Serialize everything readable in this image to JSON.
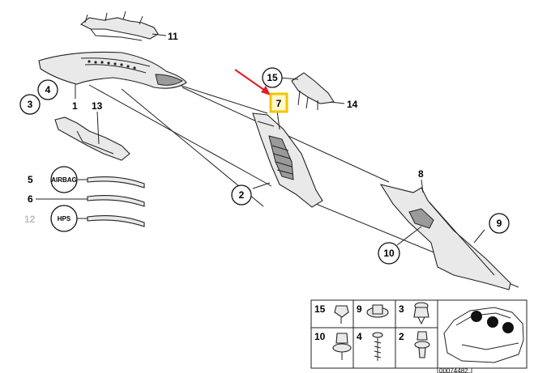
{
  "callouts": {
    "c1": "1",
    "c2": "2",
    "c3": "3",
    "c4": "4",
    "c5": "5",
    "c6": "6",
    "c7": "7",
    "c8": "8",
    "c9": "9",
    "c10": "10",
    "c11": "11",
    "c12": "12",
    "c13": "13",
    "c14": "14",
    "c15": "15"
  },
  "badges": {
    "airbag": "AIRBAG",
    "hps": "HPS"
  },
  "legend": {
    "r1": [
      "15",
      "9",
      "3"
    ],
    "r2": [
      "10",
      "4",
      "2"
    ]
  },
  "catalog_number": "00074482",
  "colors": {
    "highlight": "#f2c500",
    "arrow": "#e02020",
    "dimmed": "#bdbdbd"
  }
}
